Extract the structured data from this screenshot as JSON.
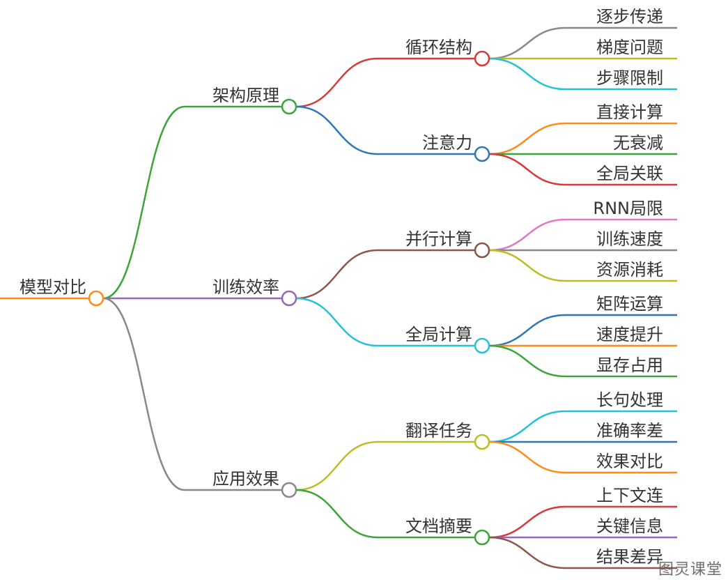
{
  "root": {
    "label": "模型对比",
    "color": "#ff8c1a",
    "children": [
      {
        "label": "架构原理",
        "color": "#3aa538",
        "children": [
          {
            "label": "循环结构",
            "color": "#d9383a",
            "children": [
              {
                "label": "逐步传递",
                "color": "#888888"
              },
              {
                "label": "梯度问题",
                "color": "#bcbd22"
              },
              {
                "label": "步骤限制",
                "color": "#22c3d6"
              }
            ]
          },
          {
            "label": "注意力",
            "color": "#2f77b5",
            "children": [
              {
                "label": "直接计算",
                "color": "#ff8c1a"
              },
              {
                "label": "无衰减",
                "color": "#3aa538"
              },
              {
                "label": "全局关联",
                "color": "#d9383a"
              }
            ]
          }
        ]
      },
      {
        "label": "训练效率",
        "color": "#9467bd",
        "children": [
          {
            "label": "并行计算",
            "color": "#8c564b",
            "children": [
              {
                "label": "RNN局限",
                "color": "#e377c2"
              },
              {
                "label": "训练速度",
                "color": "#888888"
              },
              {
                "label": "资源消耗",
                "color": "#bcbd22"
              }
            ]
          },
          {
            "label": "全局计算",
            "color": "#22c3d6",
            "children": [
              {
                "label": "矩阵运算",
                "color": "#2f77b5"
              },
              {
                "label": "速度提升",
                "color": "#ff8c1a"
              },
              {
                "label": "显存占用",
                "color": "#3aa538"
              }
            ]
          }
        ]
      },
      {
        "label": "应用效果",
        "color": "#888888",
        "children": [
          {
            "label": "翻译任务",
            "color": "#bcbd22",
            "children": [
              {
                "label": "长句处理",
                "color": "#22c3d6"
              },
              {
                "label": "准确率差",
                "color": "#2f77b5"
              },
              {
                "label": "效果对比",
                "color": "#ff8c1a"
              }
            ]
          },
          {
            "label": "文档摘要",
            "color": "#3aa538",
            "children": [
              {
                "label": "上下文连",
                "color": "#d9383a"
              },
              {
                "label": "关键信息",
                "color": "#9467bd"
              },
              {
                "label": "结果差异",
                "color": "#8c564b"
              }
            ]
          }
        ]
      }
    ]
  },
  "watermark": "图灵课堂"
}
